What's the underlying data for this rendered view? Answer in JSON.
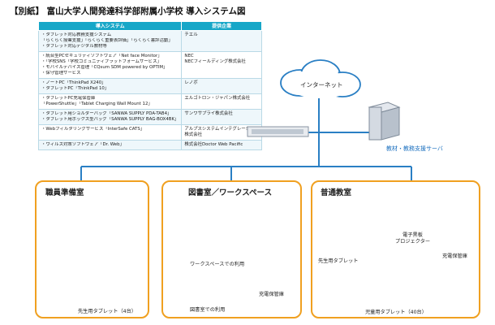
{
  "page_title": "【別紙】 富山大学人間発達科学部附属小学校  導入システム図",
  "table": {
    "headers": [
      "導入システム",
      "提供企業"
    ],
    "rows": [
      {
        "systems": [
          "・タブレット対応教務支援システム",
          "「らくらく授業支援」「らくらく重要表評価」「らくらく書評活動」",
          "・タブレット対応デジタル教材等"
        ],
        "company": "チエル"
      },
      {
        "systems": [
          "・統合型PCセキュリティソフトウェア「Net face Monitor」",
          "・「学校SNS「学校コミュニティプラットフォームサービス」",
          "・モバイルデバイス管理「CQsum SDM powered by OPTIM」",
          "・保守管理サービス"
        ],
        "company": "NEC\nNECフィールディング株式会社"
      },
      {
        "systems": [
          "・ノートPC「ThinkPad X240」",
          "・タブレットPC「ThinkPad 10」"
        ],
        "company": "レノボ"
      },
      {
        "systems": [
          "・タブレットPC充電保管庫",
          "「PowerShuttle」「Tablet Charging Wall Mount 12」"
        ],
        "company": "エルゴトロン・ジャパン株式会社"
      },
      {
        "systems": [
          "・タブレット用ショルダーバッグ「SANWA SUPPLY PDA-TAB4」",
          "・タブレット用ボックス型バッグ「SANWA SUPPLY BAG-BOX4BK」"
        ],
        "company": "サンワサプライ株式会社"
      },
      {
        "systems": [
          "・Webフィルタリングサービス「InterSafe CATS」"
        ],
        "company": "アルプスシステムインテグレーション\n株式会社"
      },
      {
        "systems": [
          "・ウィルス対策ソフトウェア「Dr. Web」"
        ],
        "company": "株式会社Doctor Web Pacific"
      }
    ]
  },
  "network": {
    "internet_label": "インターネット",
    "server_label": "教材・教務支援サーバ"
  },
  "rooms": {
    "staff": {
      "title": "職員準備室",
      "tablet_label": "先生用タブレット（4台）"
    },
    "library": {
      "title": "図書室／ワークスペース",
      "workspace_label": "ワークスペースでの利用",
      "library_label": "図書室での利用",
      "charger_label": "充電保管庫"
    },
    "classroom": {
      "title": "普通教室",
      "blackboard_label": "電子黒板\nプロジェクター",
      "teacher_label": "先生用タブレット",
      "charger_label": "充電保管庫",
      "student_label": "児童用タブレット（40台）"
    }
  },
  "colors": {
    "accent": "#17a7c8",
    "panel_border": "#f0a020",
    "network_line": "#2a7fc4",
    "label_blue": "#1a6fbf"
  }
}
